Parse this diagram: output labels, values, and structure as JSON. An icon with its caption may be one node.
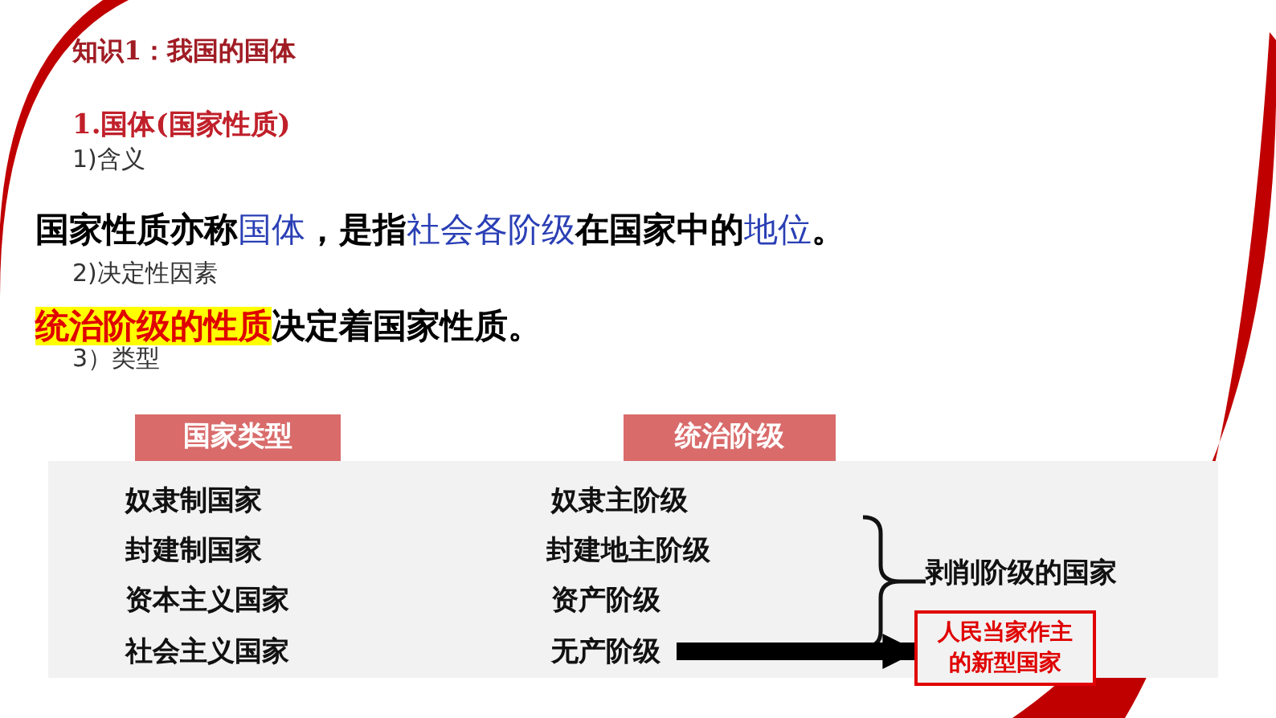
{
  "diagram": {
    "title": "知识1：我国的国体",
    "nodes": [
      {
        "text": [
          "国家类型"
        ]
      },
      {
        "text": [
          "统治阶级"
        ]
      },
      {
        "text": [
          "无产阶级"
        ]
      },
      {
        "text": [
          "人民当家作主的新型国家"
        ]
      }
    ],
    "edges": [
      {
        "from": 2,
        "to": 3,
        "arrow": "to"
      }
    ],
    "labels": [
      "1.国体(国家性质)",
      "1)含义",
      "国家性质亦称**国体**，是指**社会各阶级**在国家中的**地位**。",
      "2)决定性因素",
      "**统治阶级的性质**决定着国家性质。",
      "3）类型",
      "奴隶制国家",
      "奴隶主阶级",
      "封建制国家",
      "封建地主阶级",
      "剥削阶级的国家",
      "资本主义国家",
      "资产阶级",
      "社会主义国家"
    ]
  }
}
